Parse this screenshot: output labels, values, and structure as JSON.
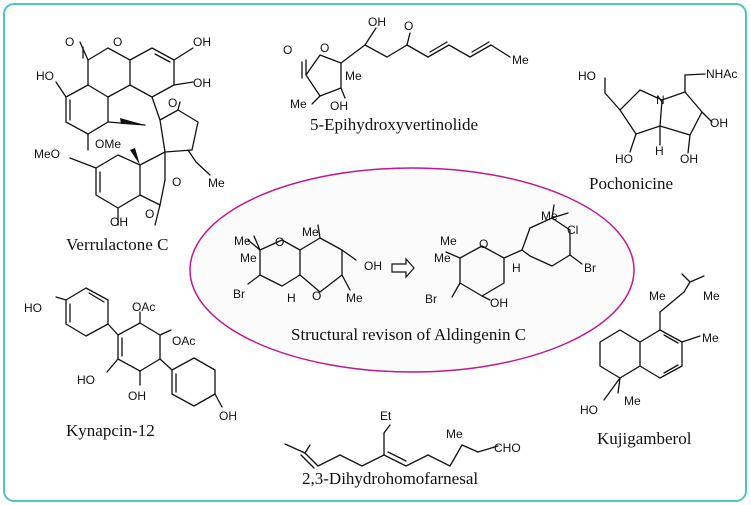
{
  "figure": {
    "frame_color": "#4fc3c7",
    "ellipse_color": "#c2188f",
    "center_caption": "Structural revison of Aldingenin C",
    "compounds": [
      {
        "id": "verrulactone",
        "name": "Verrulactone C"
      },
      {
        "id": "epihydroxy",
        "name": "5-Epihydroxyvertinolide"
      },
      {
        "id": "pochonicine",
        "name": "Pochonicine"
      },
      {
        "id": "kynapcin",
        "name": "Kynapcin-12"
      },
      {
        "id": "dihydrohomofarnesal",
        "name": "2,3-Dihydrohomofarnesal"
      },
      {
        "id": "kujigamberol",
        "name": "Kujigamberol"
      }
    ],
    "atom_labels": {
      "verrulactone": [
        "O",
        "O",
        "OH",
        "HO",
        "OH",
        "O",
        "OMe",
        "MeO",
        "O",
        "Me",
        "OH",
        "O"
      ],
      "epihydroxy": [
        "O",
        "O",
        "OH",
        "O",
        "Me",
        "Me",
        "OH",
        "Me"
      ],
      "pochonicine": [
        "HO",
        "N",
        "NHAc",
        "OH",
        "OH",
        "HO",
        "H"
      ],
      "aldingenin_old": [
        "Me",
        "Me",
        "O",
        "Me",
        "OH",
        "Br",
        "H",
        "O",
        "Me"
      ],
      "aldingenin_new": [
        "Me",
        "Cl",
        "Me",
        "Me",
        "O",
        "H",
        "Br",
        "Br",
        "OH"
      ],
      "kynapcin": [
        "HO",
        "OAc",
        "OAc",
        "HO",
        "OH",
        "OH"
      ],
      "farnesal": [
        "Et",
        "Me",
        "CHO"
      ],
      "kujigamberol": [
        "Me",
        "Me",
        "Me",
        "HO",
        "Me"
      ]
    }
  }
}
